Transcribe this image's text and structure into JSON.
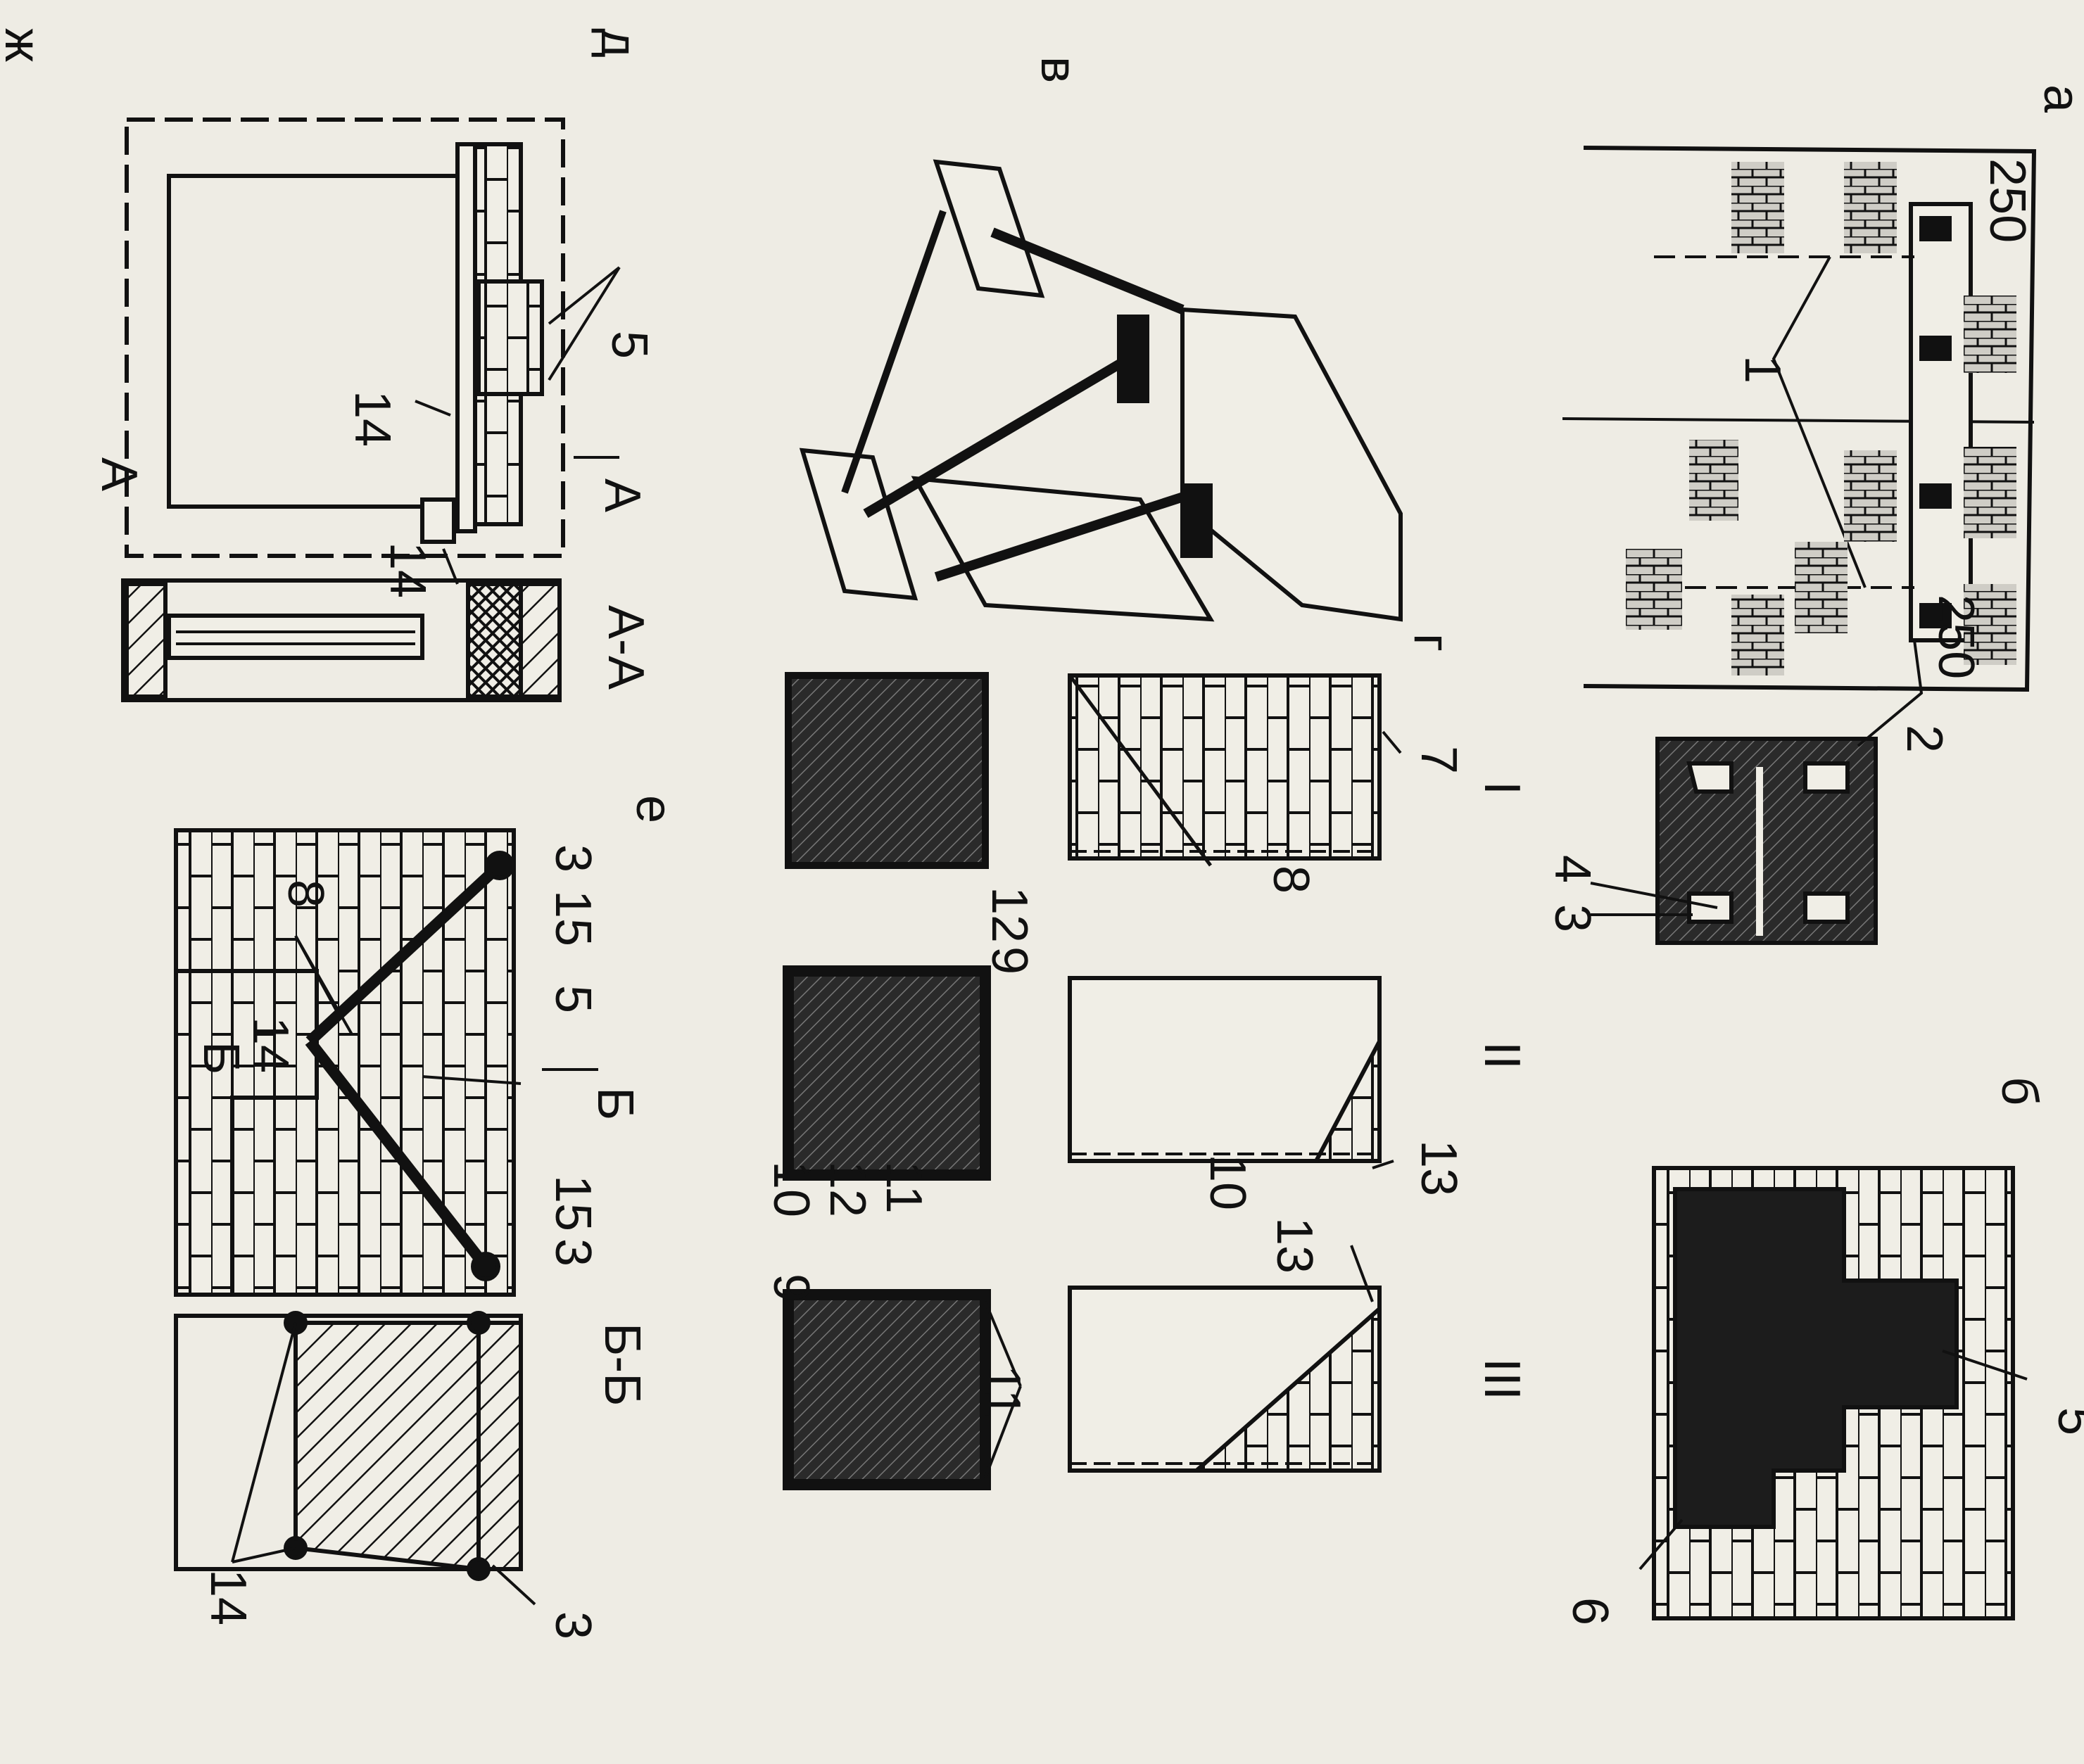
{
  "panels": {
    "a": "а",
    "b": "б",
    "v": "в",
    "g": "г",
    "d": "д",
    "e": "е",
    "zh": "ж"
  },
  "dims": {
    "top": "250",
    "bottom": "250"
  },
  "roman": {
    "one": "I",
    "two": "II",
    "three": "III"
  },
  "sections": {
    "aa_cut": "А",
    "aa_title": "А-А",
    "aa_bottom": "А",
    "bb_cut": "Б",
    "bb_title": "Б-Б",
    "bb_bottom": "Б"
  },
  "callouts": {
    "n1": "1",
    "n2": "2",
    "n3": "3",
    "n4": "4",
    "n5": "5",
    "n6": "6",
    "n7": "7",
    "n8": "8",
    "n9": "9",
    "n10": "10",
    "n11": "11",
    "n12": "12",
    "n13": "13",
    "n14": "14",
    "n15": "15"
  },
  "colors": {
    "ink": "#111111",
    "paper": "#eeece4",
    "fill_dark": "#1c1c1c"
  }
}
